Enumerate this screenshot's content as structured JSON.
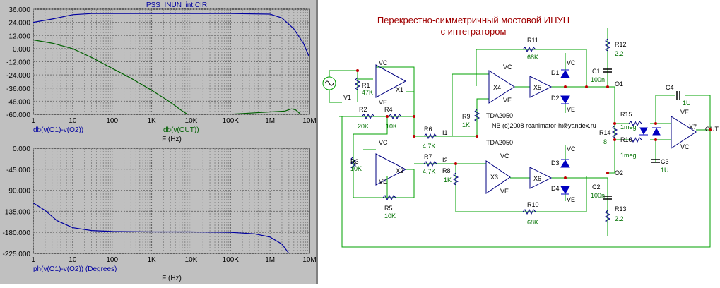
{
  "window_title": "PSS_INUN_int.CIR",
  "chart_data": [
    {
      "type": "line",
      "title": "PSS_INUN_int.CIR",
      "x_scale": "log",
      "x_ticks": [
        "1",
        "10",
        "100",
        "1K",
        "10K",
        "100K",
        "1M",
        "10M"
      ],
      "y_ticks": [
        "36.000",
        "24.000",
        "12.000",
        "0.000",
        "-12.000",
        "-24.000",
        "-36.000",
        "-48.000",
        "-60.000"
      ],
      "ylim": [
        -60,
        36
      ],
      "xlabel": "F (Hz)",
      "series": [
        {
          "name": "db(v(O1)-v(O2))",
          "color": "#0000a0",
          "x": [
            1,
            3,
            10,
            30,
            100,
            1000,
            10000,
            100000,
            1000000,
            2000000,
            4000000,
            7000000,
            10000000
          ],
          "y": [
            24,
            27,
            31,
            32,
            32,
            32,
            32,
            32,
            31.5,
            28,
            18,
            5,
            -8
          ]
        },
        {
          "name": "db(v(OUT))",
          "color": "#006000",
          "x": [
            1,
            3,
            10,
            30,
            100,
            300,
            1000,
            3000,
            6000,
            10000,
            2400000,
            3500000,
            4500000,
            6000000
          ],
          "y": [
            8,
            5,
            0,
            -8,
            -18,
            -27,
            -38,
            -49,
            -57,
            -62,
            -57,
            -55,
            -56,
            -60
          ]
        }
      ]
    },
    {
      "type": "line",
      "x_scale": "log",
      "x_ticks": [
        "1",
        "10",
        "100",
        "1K",
        "10K",
        "100K",
        "1M",
        "10M"
      ],
      "y_ticks": [
        "0.000",
        "-45.000",
        "-90.000",
        "-135.000",
        "-180.000",
        "-225.000"
      ],
      "ylim": [
        -225,
        0
      ],
      "xlabel": "F (Hz)",
      "series": [
        {
          "name": "ph(v(O1)-v(O2)) (Degrees)",
          "color": "#0000a0",
          "x": [
            1,
            2,
            4,
            10,
            30,
            100,
            1000,
            10000,
            100000,
            400000,
            1000000,
            2000000,
            3000000
          ],
          "y": [
            -117,
            -133,
            -155,
            -170,
            -176,
            -178,
            -179,
            -179,
            -180,
            -183,
            -190,
            -205,
            -225
          ]
        }
      ]
    }
  ],
  "schematic": {
    "title_line1": "Перекрестно-симметричный мостовой ИНУН",
    "title_line2": "с интегратором",
    "note": "NB (c)2008 reanimator-h@yandex.ru",
    "labels": {
      "r1": "R1",
      "r1v": "47K",
      "v1": "V1",
      "r2": "R2",
      "r2v": "20K",
      "r4": "R4",
      "r4v": "10K",
      "r3": "R3",
      "r3v": "10K",
      "r5": "R5",
      "r5v": "10K",
      "r6": "R6",
      "r6v": "4.7K",
      "r7": "R7",
      "r7v": "4.7K",
      "r8": "R8",
      "r8v": "1K",
      "r9": "R9",
      "r9v": "1K",
      "r10": "R10",
      "r10v": "68K",
      "r11": "R11",
      "r11v": "68K",
      "r12": "R12",
      "r12v": "2.2",
      "r13": "R13",
      "r13v": "2.2",
      "r14": "R14",
      "r14v": "8",
      "r15": "R15",
      "r15v": "1meg",
      "r16": "R16",
      "r16v": "1meg",
      "c1": "C1",
      "c1v": "100n",
      "c2": "C2",
      "c2v": "100n",
      "c3": "C3",
      "c3v": "1U",
      "c4": "C4",
      "c4v": "1U",
      "x1": "X1",
      "x2": "X2",
      "x3": "X3",
      "x4": "X4",
      "x5": "X5",
      "x6": "X6",
      "x7": "X7",
      "d1": "D1",
      "d2": "D2",
      "d3": "D3",
      "d4": "D4",
      "vc": "VC",
      "ve": "VE",
      "i1": "I1",
      "i2": "I2",
      "o1": "O1",
      "o2": "O2",
      "out": "OUT",
      "tda_top": "TDA2050",
      "tda_bot": "TDA2050"
    }
  }
}
